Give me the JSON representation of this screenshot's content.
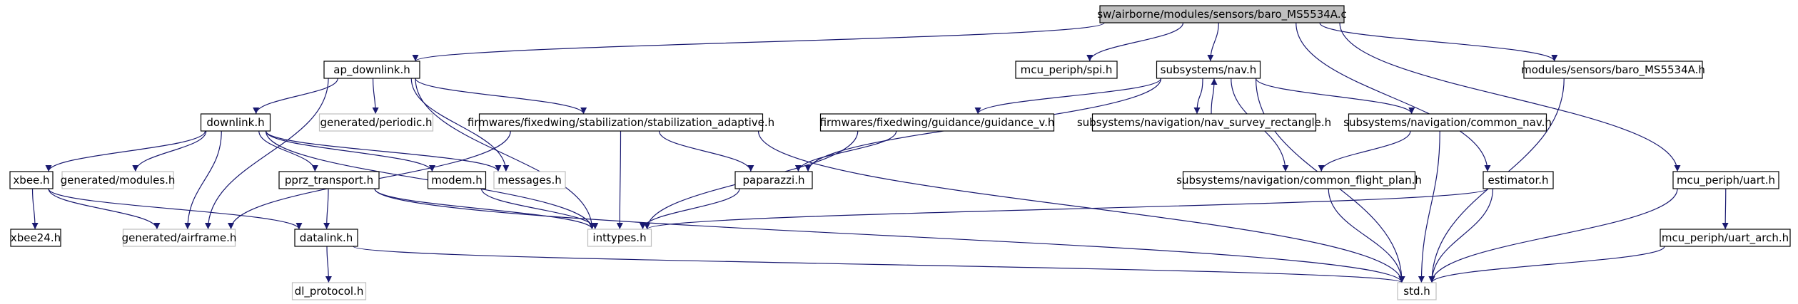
{
  "graph": {
    "nodes": [
      {
        "id": "root",
        "label": "sw/airborne/modules/sensors/baro_MS5534A.c",
        "style": "root"
      },
      {
        "id": "ap_downlink",
        "label": "ap_downlink.h",
        "style": "normal"
      },
      {
        "id": "mcu_spi",
        "label": "mcu_periph/spi.h",
        "style": "normal"
      },
      {
        "id": "nav",
        "label": "subsystems/nav.h",
        "style": "normal"
      },
      {
        "id": "mod_baro",
        "label": "modules/sensors/baro_MS5534A.h",
        "style": "normal"
      },
      {
        "id": "downlink",
        "label": "downlink.h",
        "style": "normal"
      },
      {
        "id": "gen_periodic",
        "label": "generated/periodic.h",
        "style": "missing"
      },
      {
        "id": "stab_adaptive",
        "label": "firmwares/fixedwing/stabilization/stabilization_adaptive.h",
        "style": "normal"
      },
      {
        "id": "guidance_v",
        "label": "firmwares/fixedwing/guidance/guidance_v.h",
        "style": "normal"
      },
      {
        "id": "nav_survey",
        "label": "subsystems/navigation/nav_survey_rectangle.h",
        "style": "normal"
      },
      {
        "id": "common_nav",
        "label": "subsystems/navigation/common_nav.h",
        "style": "normal"
      },
      {
        "id": "xbee",
        "label": "xbee.h",
        "style": "normal"
      },
      {
        "id": "gen_modules",
        "label": "generated/modules.h",
        "style": "missing"
      },
      {
        "id": "modem",
        "label": "modem.h",
        "style": "normal"
      },
      {
        "id": "messages",
        "label": "messages.h",
        "style": "missing"
      },
      {
        "id": "paparazzi",
        "label": "paparazzi.h",
        "style": "normal"
      },
      {
        "id": "common_fp",
        "label": "subsystems/navigation/common_flight_plan.h",
        "style": "normal"
      },
      {
        "id": "estimator",
        "label": "estimator.h",
        "style": "normal"
      },
      {
        "id": "mcu_uart",
        "label": "mcu_periph/uart.h",
        "style": "normal"
      },
      {
        "id": "pprz_transport",
        "label": "pprz_transport.h",
        "style": "normal"
      },
      {
        "id": "xbee24",
        "label": "xbee24.h",
        "style": "normal"
      },
      {
        "id": "gen_airframe",
        "label": "generated/airframe.h",
        "style": "missing"
      },
      {
        "id": "datalink",
        "label": "datalink.h",
        "style": "normal"
      },
      {
        "id": "inttypes",
        "label": "inttypes.h",
        "style": "missing"
      },
      {
        "id": "mcu_uart_arch",
        "label": "mcu_periph/uart_arch.h",
        "style": "normal"
      },
      {
        "id": "dl_protocol",
        "label": "dl_protocol.h",
        "style": "missing"
      },
      {
        "id": "std",
        "label": "std.h",
        "style": "missing"
      }
    ],
    "edges": [
      [
        "root",
        "ap_downlink"
      ],
      [
        "root",
        "mcu_spi"
      ],
      [
        "root",
        "nav"
      ],
      [
        "root",
        "mod_baro"
      ],
      [
        "root",
        "estimator"
      ],
      [
        "root",
        "mcu_uart"
      ],
      [
        "ap_downlink",
        "downlink"
      ],
      [
        "ap_downlink",
        "gen_periodic"
      ],
      [
        "ap_downlink",
        "stab_adaptive"
      ],
      [
        "ap_downlink",
        "messages"
      ],
      [
        "ap_downlink",
        "inttypes"
      ],
      [
        "ap_downlink",
        "gen_airframe"
      ],
      [
        "downlink",
        "xbee"
      ],
      [
        "downlink",
        "gen_modules"
      ],
      [
        "downlink",
        "pprz_transport"
      ],
      [
        "downlink",
        "modem"
      ],
      [
        "downlink",
        "messages"
      ],
      [
        "downlink",
        "inttypes"
      ],
      [
        "downlink",
        "gen_airframe"
      ],
      [
        "xbee",
        "xbee24"
      ],
      [
        "xbee",
        "gen_airframe"
      ],
      [
        "xbee",
        "datalink"
      ],
      [
        "pprz_transport",
        "datalink"
      ],
      [
        "pprz_transport",
        "inttypes"
      ],
      [
        "pprz_transport",
        "std"
      ],
      [
        "datalink",
        "dl_protocol"
      ],
      [
        "datalink",
        "std"
      ],
      [
        "modem",
        "inttypes"
      ],
      [
        "stab_adaptive",
        "paparazzi"
      ],
      [
        "stab_adaptive",
        "inttypes"
      ],
      [
        "stab_adaptive",
        "gen_airframe"
      ],
      [
        "stab_adaptive",
        "std"
      ],
      [
        "nav",
        "nav_survey"
      ],
      [
        "nav",
        "common_nav"
      ],
      [
        "nav",
        "guidance_v"
      ],
      [
        "nav",
        "paparazzi"
      ],
      [
        "nav",
        "common_fp"
      ],
      [
        "nav",
        "std"
      ],
      [
        "nav_survey",
        "nav"
      ],
      [
        "guidance_v",
        "paparazzi"
      ],
      [
        "guidance_v",
        "inttypes"
      ],
      [
        "common_nav",
        "common_fp"
      ],
      [
        "common_nav",
        "std"
      ],
      [
        "common_fp",
        "std"
      ],
      [
        "paparazzi",
        "inttypes"
      ],
      [
        "estimator",
        "inttypes"
      ],
      [
        "estimator",
        "std"
      ],
      [
        "mod_baro",
        "std"
      ],
      [
        "mcu_uart",
        "mcu_uart_arch"
      ],
      [
        "mcu_uart",
        "std"
      ],
      [
        "mcu_uart_arch",
        "std"
      ]
    ]
  },
  "colors": {
    "edge": "#191970",
    "box_border": "#000000",
    "missing_border": "#bfbfbf",
    "root_fill": "#bfbfbf",
    "text": "#000000"
  }
}
